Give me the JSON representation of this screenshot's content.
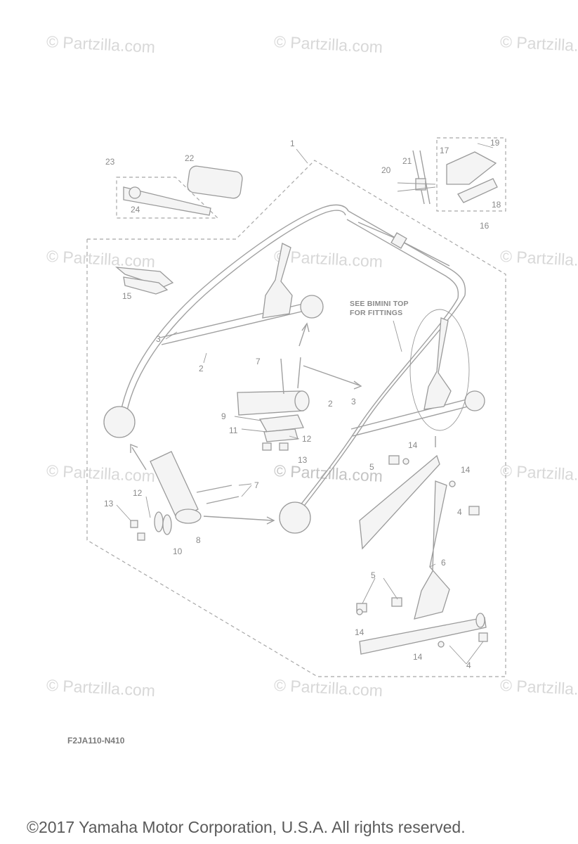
{
  "watermark": "© Partzilla.com",
  "callouts": {
    "c1": "1",
    "c2a": "2",
    "c2b": "2",
    "c3a": "3",
    "c3b": "3",
    "c4a": "4",
    "c4b": "4",
    "c5a": "5",
    "c5b": "5",
    "c6": "6",
    "c7a": "7",
    "c7b": "7",
    "c8": "8",
    "c9": "9",
    "c10": "10",
    "c11": "11",
    "c12a": "12",
    "c12b": "12",
    "c13a": "13",
    "c13b": "13",
    "c14a": "14",
    "c14b": "14",
    "c14c": "14",
    "c14d": "14",
    "c15": "15",
    "c16": "16",
    "c17": "17",
    "c18": "18",
    "c19": "19",
    "c20": "20",
    "c21": "21",
    "c22": "22",
    "c23": "23",
    "c24": "24"
  },
  "note_line1": "SEE BIMINI TOP",
  "note_line2": "FOR FITTINGS",
  "diagram_code": "F2JA110-N410",
  "copyright": "©2017  Yamaha Motor Corporation, U.S.A. All rights reserved."
}
